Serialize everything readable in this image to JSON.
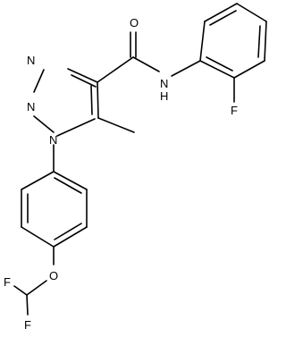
{
  "molecule": {
    "atoms": {
      "o_carbonyl": "O",
      "n_amide": "N",
      "h_amide": "H",
      "n_ring_top": "N",
      "n_ring_mid": "N",
      "n_ring_bottom": "N",
      "f_phenyl": "F",
      "o_ether": "O",
      "f_upper": "F",
      "f_lower": "F"
    }
  }
}
